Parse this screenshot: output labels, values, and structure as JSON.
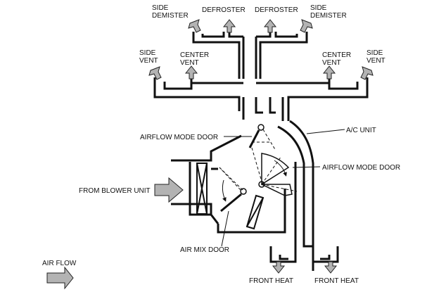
{
  "labels": {
    "side_demister_left_1": "SIDE",
    "side_demister_left_2": "DEMISTER",
    "defroster_left": "DEFROSTER",
    "defroster_right": "DEFROSTER",
    "side_demister_right_1": "SIDE",
    "side_demister_right_2": "DEMISTER",
    "side_vent_left_1": "SIDE",
    "side_vent_left_2": "VENT",
    "center_vent_left_1": "CENTER",
    "center_vent_left_2": "VENT",
    "center_vent_right_1": "CENTER",
    "center_vent_right_2": "VENT",
    "side_vent_right_1": "SIDE",
    "side_vent_right_2": "VENT",
    "airflow_mode_door_upper": "AIRFLOW MODE DOOR",
    "ac_unit": "A/C UNIT",
    "airflow_mode_door_lower": "AIRFLOW MODE DOOR",
    "from_blower_unit": "FROM BLOWER UNIT",
    "air_mix_door": "AIR MIX DOOR",
    "air_flow_legend": "AIR FLOW",
    "front_heat_left": "FRONT HEAT",
    "front_heat_right": "FRONT HEAT"
  },
  "colors": {
    "duct_line": "#111111",
    "arrow_fill": "#b3b3b3",
    "arrow_stroke": "#222222",
    "background": "#ffffff"
  }
}
